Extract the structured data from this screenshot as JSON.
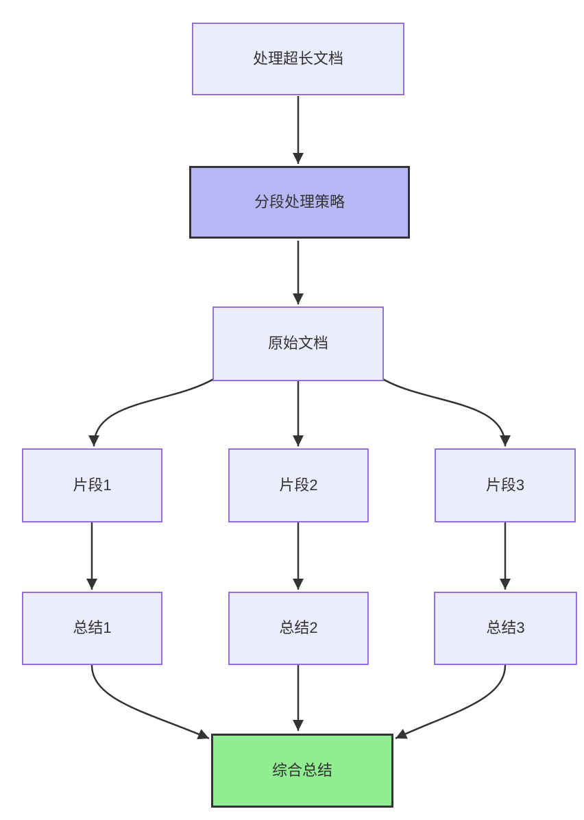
{
  "diagram": {
    "type": "flowchart",
    "direction": "top-down",
    "nodes": [
      {
        "id": "A",
        "label": "处理超长文档",
        "style": "default"
      },
      {
        "id": "B",
        "label": "分段处理策略",
        "style": "emphasis"
      },
      {
        "id": "C",
        "label": "原始文档",
        "style": "default"
      },
      {
        "id": "D",
        "label": "片段1",
        "style": "default"
      },
      {
        "id": "E",
        "label": "片段2",
        "style": "default"
      },
      {
        "id": "F",
        "label": "片段3",
        "style": "default"
      },
      {
        "id": "G",
        "label": "总结1",
        "style": "default"
      },
      {
        "id": "H",
        "label": "总结2",
        "style": "default"
      },
      {
        "id": "I",
        "label": "总结3",
        "style": "default"
      },
      {
        "id": "J",
        "label": "综合总结",
        "style": "success"
      }
    ],
    "edges": [
      {
        "from": "处理超长文档",
        "to": "分段处理策略"
      },
      {
        "from": "分段处理策略",
        "to": "原始文档"
      },
      {
        "from": "原始文档",
        "to": "片段1"
      },
      {
        "from": "原始文档",
        "to": "片段2"
      },
      {
        "from": "原始文档",
        "to": "片段3"
      },
      {
        "from": "片段1",
        "to": "总结1"
      },
      {
        "from": "片段2",
        "to": "总结2"
      },
      {
        "from": "片段3",
        "to": "总结3"
      },
      {
        "from": "总结1",
        "to": "综合总结"
      },
      {
        "from": "总结2",
        "to": "综合总结"
      },
      {
        "from": "总结3",
        "to": "综合总结"
      }
    ],
    "colors": {
      "background": "#FFFFFF",
      "node_fill": "#ECECFF",
      "node_border": "#9370DB",
      "emphasis_fill": "#B8B8F8",
      "emphasis_border": "#333333",
      "success_fill": "#90EE90",
      "success_border": "#333333",
      "edge": "#333333",
      "text": "#333333"
    }
  }
}
